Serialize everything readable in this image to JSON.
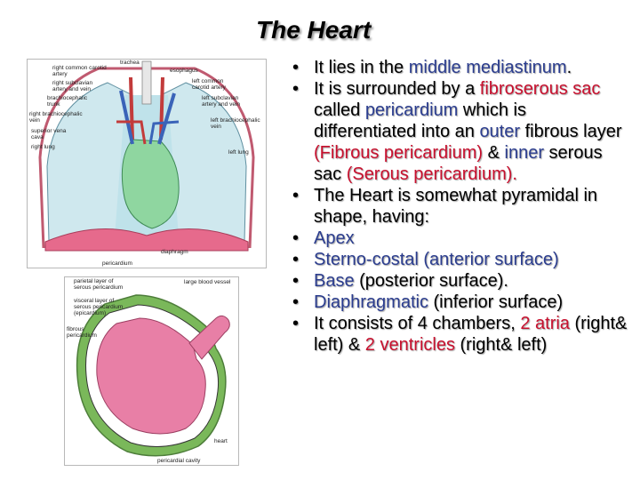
{
  "title": "The Heart",
  "figure_top": {
    "labels": {
      "trachea": "trachea",
      "right_common_carotid": "right common carotid",
      "artery": "artery",
      "esophagus": "esophagus",
      "right_subclavian": "right subclavian",
      "artery_and_vein": "artery and vein",
      "left_common": "left common",
      "carotid_artery": "carotid artery",
      "brachiocephalic": "brachiocephalic",
      "trunk": "trunk",
      "left_subclavian": "left subclavian",
      "artery_and_vein_2": "artery and vein",
      "right_brachiocephalic": "right brachiocephalic",
      "vein": "vein",
      "left_brachiocephalic": "left brachiocephalic",
      "vein_2": "vein",
      "superior_vena": "superior vena",
      "cava": "cava",
      "right_lung": "right lung",
      "left_lung": "left lung",
      "diaphragm": "diaphragm",
      "pericardium": "pericardium"
    }
  },
  "figure_bottom": {
    "labels": {
      "parietal1": "parietal layer of",
      "parietal2": "serous pericardium",
      "large_vessel": "large blood vessel",
      "visceral1": "visceral layer of",
      "visceral2": "serous pericardium",
      "visceral3": "(epicardium)",
      "fibrous1": "fibrous",
      "fibrous2": "pericardium",
      "heart": "heart",
      "cavity": "pericardial cavity"
    }
  },
  "bullets": [
    {
      "segments": [
        {
          "text": "It lies in the ",
          "color": "black"
        },
        {
          "text": "middle mediastinum",
          "color": "blue"
        },
        {
          "text": ".",
          "color": "black"
        }
      ]
    },
    {
      "segments": [
        {
          "text": "It is surrounded by a ",
          "color": "black"
        },
        {
          "text": "fibroserous sac",
          "color": "red"
        },
        {
          "text": " called ",
          "color": "black"
        },
        {
          "text": "pericardium",
          "color": "blue"
        },
        {
          "text": " which is differentiated into an ",
          "color": "black"
        },
        {
          "text": "outer",
          "color": "blue"
        },
        {
          "text": " fibrous layer ",
          "color": "black"
        },
        {
          "text": "(Fibrous pericardium)",
          "color": "red"
        },
        {
          "text": " & ",
          "color": "black"
        },
        {
          "text": "inner",
          "color": "blue"
        },
        {
          "text": " serous sac ",
          "color": "black"
        },
        {
          "text": "(Serous pericardium).",
          "color": "red"
        }
      ]
    },
    {
      "segments": [
        {
          "text": "The Heart is somewhat pyramidal in shape, having:",
          "color": "black"
        }
      ]
    },
    {
      "segments": [
        {
          "text": " Apex",
          "color": "blue"
        }
      ]
    },
    {
      "segments": [
        {
          "text": " Sterno-costal (anterior surface)",
          "color": "blue"
        }
      ]
    },
    {
      "segments": [
        {
          "text": " Base",
          "color": "blue"
        },
        {
          "text": " (posterior surface).",
          "color": "black"
        }
      ]
    },
    {
      "segments": [
        {
          "text": "Diaphragmatic",
          "color": "blue"
        },
        {
          "text": " (inferior surface)",
          "color": "black"
        }
      ]
    },
    {
      "segments": [
        {
          "text": "It consists of 4 chambers, ",
          "color": "black"
        },
        {
          "text": "2 atria",
          "color": "red"
        },
        {
          "text": " (right& left) & ",
          "color": "black"
        },
        {
          "text": "2 ventricles",
          "color": "red"
        },
        {
          "text": " (right& left)",
          "color": "black"
        }
      ]
    }
  ],
  "colors": {
    "blue": "#2b3d8f",
    "red": "#c8102e",
    "lung": "#cfe8ee",
    "heart": "#8fd6a0",
    "pericardium": "#e87fa6"
  }
}
